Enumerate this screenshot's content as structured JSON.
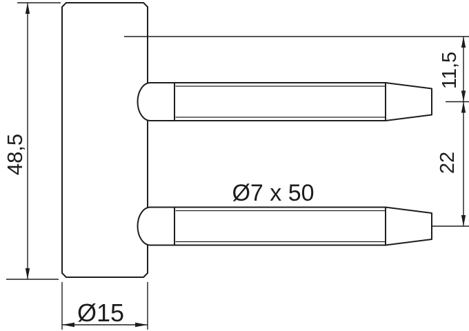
{
  "drawing": {
    "background": "#ffffff",
    "line_color": "#1d1d1d",
    "labels": {
      "body_height": "48,5",
      "body_diameter": "Ø15",
      "pin_spec": "Ø7 x 50",
      "pin_top_offset": "11,5",
      "pin_spacing": "22"
    }
  }
}
